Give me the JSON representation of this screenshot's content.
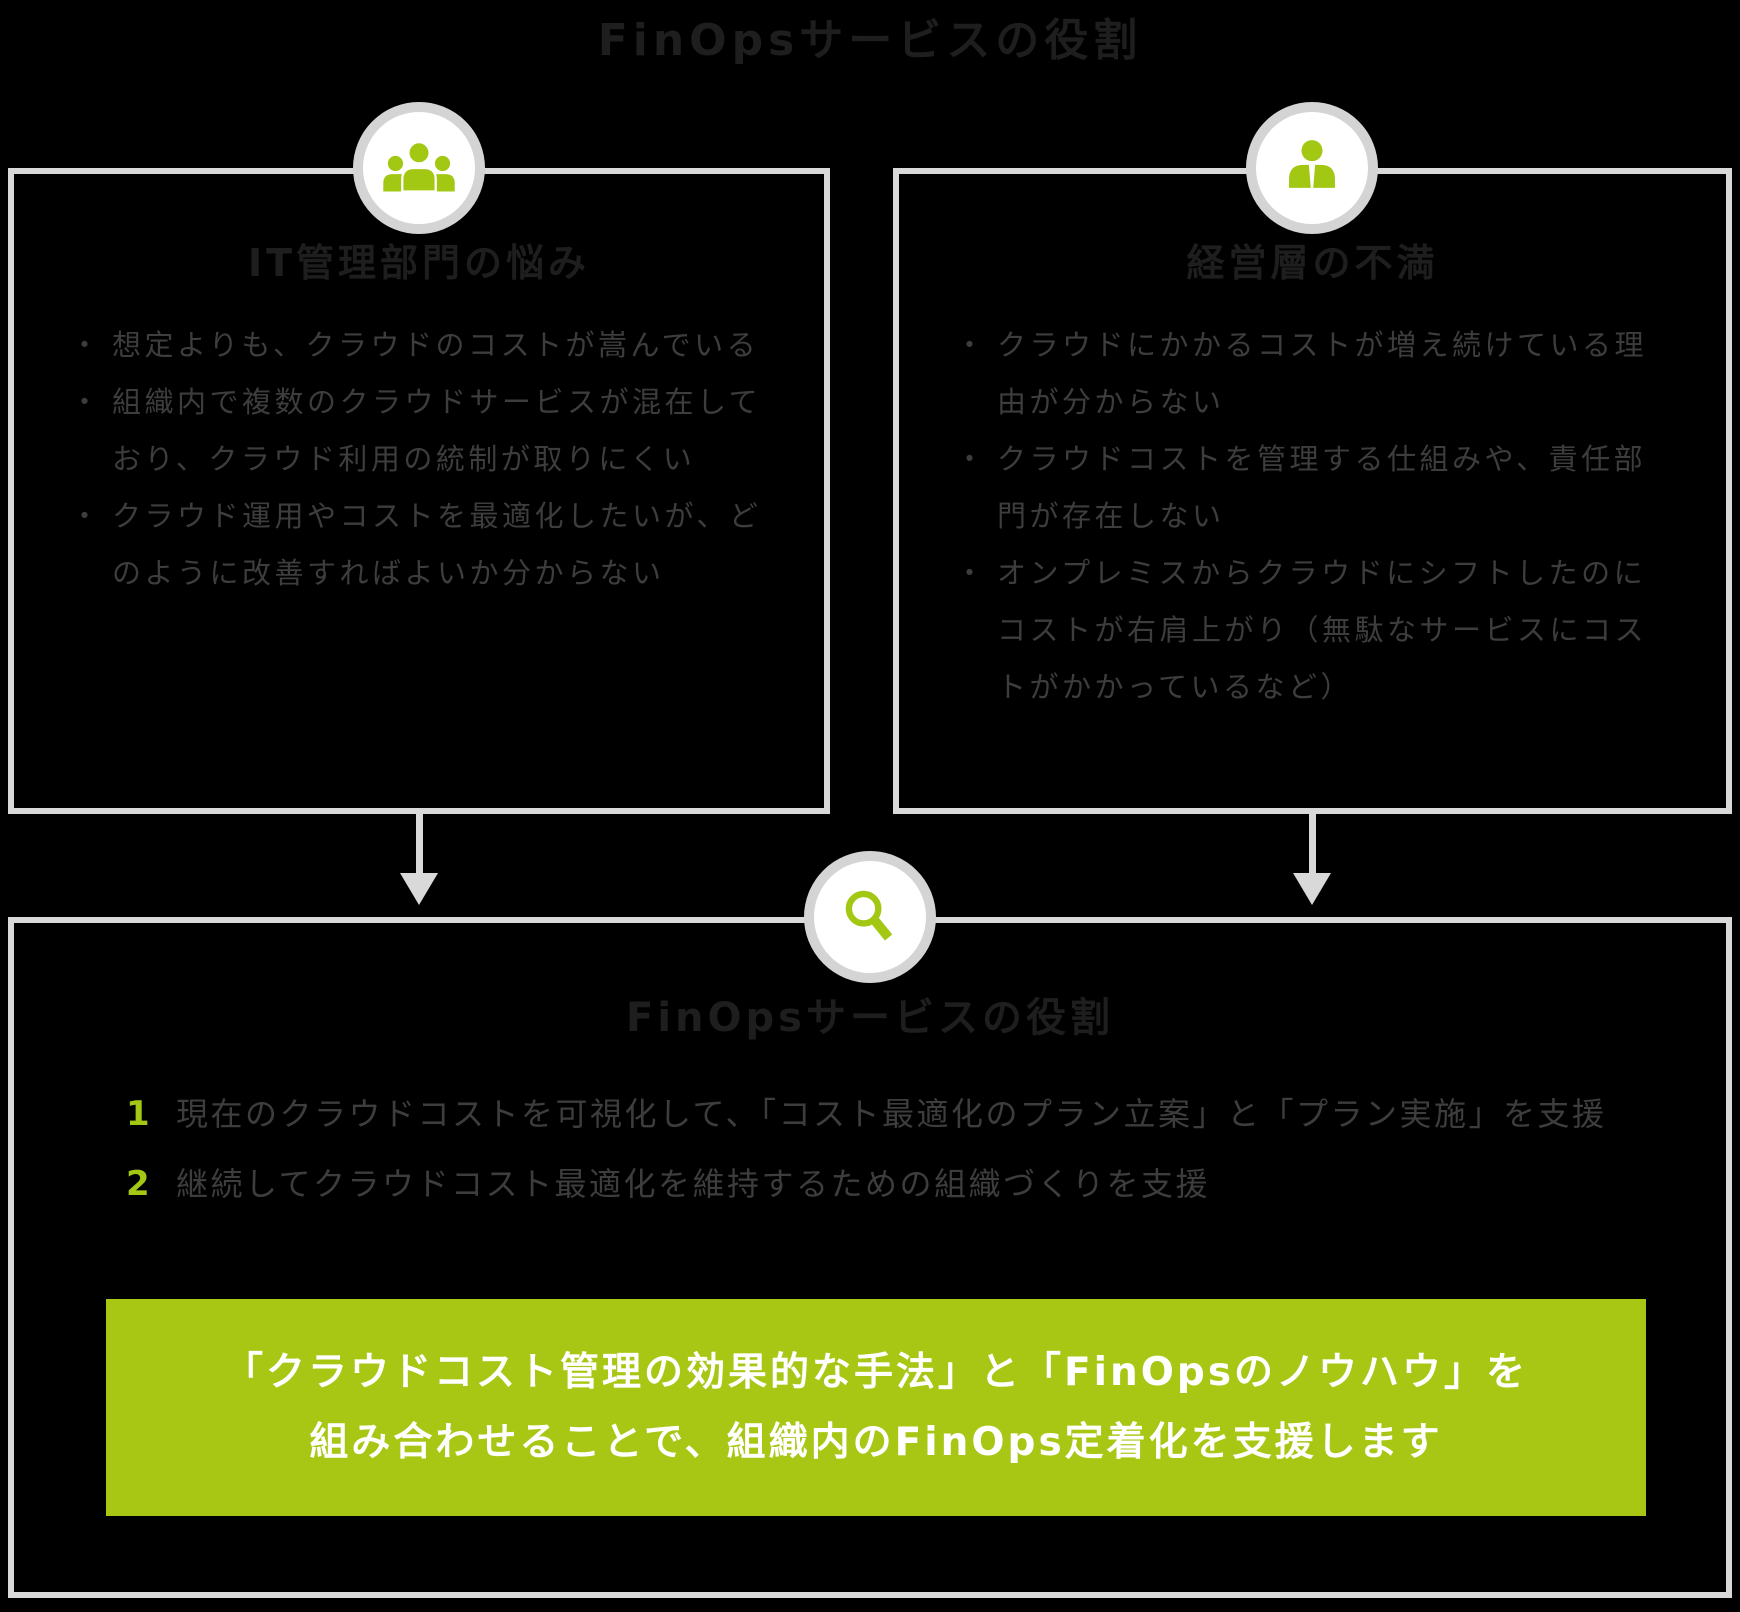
{
  "page": {
    "title": "FinOpsサービスの役割",
    "background": "#000000"
  },
  "colors": {
    "accent_green": "#a3c814",
    "banner_green": "#a8c714",
    "border_gray": "#d9d9d9",
    "circle_ring_gray": "#d4d4d4",
    "heading_dark": "#1e1e1e",
    "body_gray": "#3d3d3d",
    "banner_text": "#ffffff"
  },
  "bullet_marker": "・",
  "left_box": {
    "icon": "people-group-icon",
    "title": "IT管理部門の悩み",
    "items": [
      "想定よりも、クラウドのコストが嵩んでいる",
      "組織内で複数のクラウドサービスが混在しており、クラウド利用の統制が取りにくい",
      "クラウド運用やコストを最適化したいが、どのように改善すればよいか分からない"
    ]
  },
  "right_box": {
    "icon": "business-person-icon",
    "title": "経営層の不満",
    "items": [
      "クラウドにかかるコストが増え続けている理由が分からない",
      "クラウドコストを管理する仕組みや、責任部門が存在しない",
      "オンプレミスからクラウドにシフトしたのにコストが右肩上がり（無駄なサービスにコストがかかっているなど）"
    ]
  },
  "bottom_box": {
    "icon": "magnifying-glass-icon",
    "title": "FinOpsサービスの役割",
    "numbered_items": [
      {
        "number": "1",
        "text": "現在のクラウドコストを可視化して、「コスト最適化のプラン立案」と「プラン実施」を支援"
      },
      {
        "number": "2",
        "text": "継続してクラウドコスト最適化を維持するための組織づくりを支援"
      }
    ],
    "banner": {
      "line1": "「クラウドコスト管理の効果的な手法」と「FinOpsのノウハウ」を",
      "line2": "組み合わせることで、組織内のFinOps定着化を支援します"
    }
  }
}
